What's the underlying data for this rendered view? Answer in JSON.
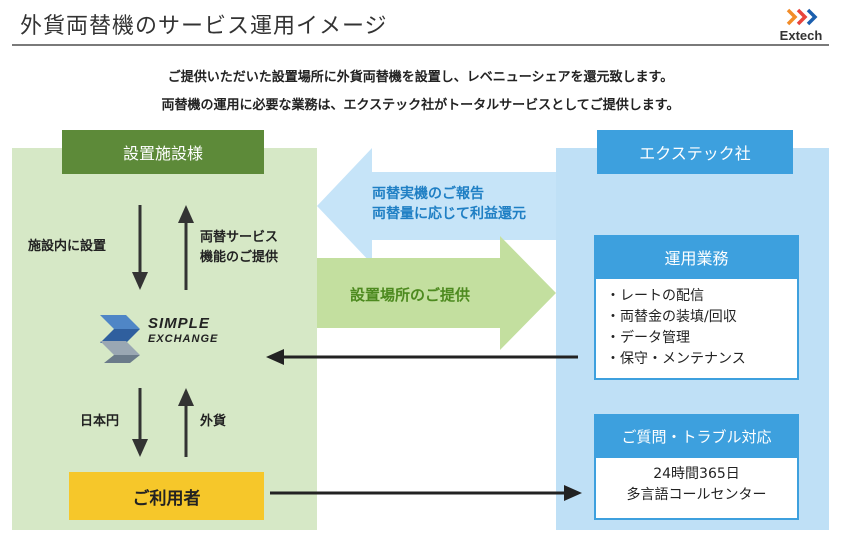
{
  "header": {
    "title": "外貨両替機のサービス運用イメージ",
    "logo_text": "Extech"
  },
  "intro": {
    "line1": "ご提供いただいた設置場所に外貨両替機を設置し、レベニューシェアを還元致します。",
    "line2": "両替機の運用に必要な業務は、エクステック社がトータルサービスとしてご提供します。"
  },
  "left": {
    "header": "設置施設様",
    "install_label": "施設内に設置",
    "service_label_1": "両替サービス",
    "service_label_2": "機能のご提供",
    "logo_word1": "SIMPLE",
    "logo_word2": "EXCHANGE",
    "yen_label": "日本円",
    "foreign_label": "外貨",
    "user_box": "ご利用者"
  },
  "right": {
    "header": "エクステック社",
    "ops": {
      "title": "運用業務",
      "items": [
        "・レートの配信",
        "・両替金の装填/回収",
        "・データ管理",
        "・保守・メンテナンス"
      ]
    },
    "support": {
      "title": "ご質問・トラブル対応",
      "line1": "24時間365日",
      "line2": "多言語コールセンター"
    }
  },
  "flows": {
    "report_line1": "両替実機のご報告",
    "report_line2": "両替量に応じて利益還元",
    "location_provide": "設置場所のご提供"
  },
  "colors": {
    "green_dark": "#5d8a39",
    "green_panel": "#d6e8c6",
    "blue": "#3da0de",
    "blue_panel": "#bfe0f6",
    "yellow": "#f6c72a",
    "logo_orange": "#f28c28",
    "logo_blue": "#1b5fae"
  }
}
